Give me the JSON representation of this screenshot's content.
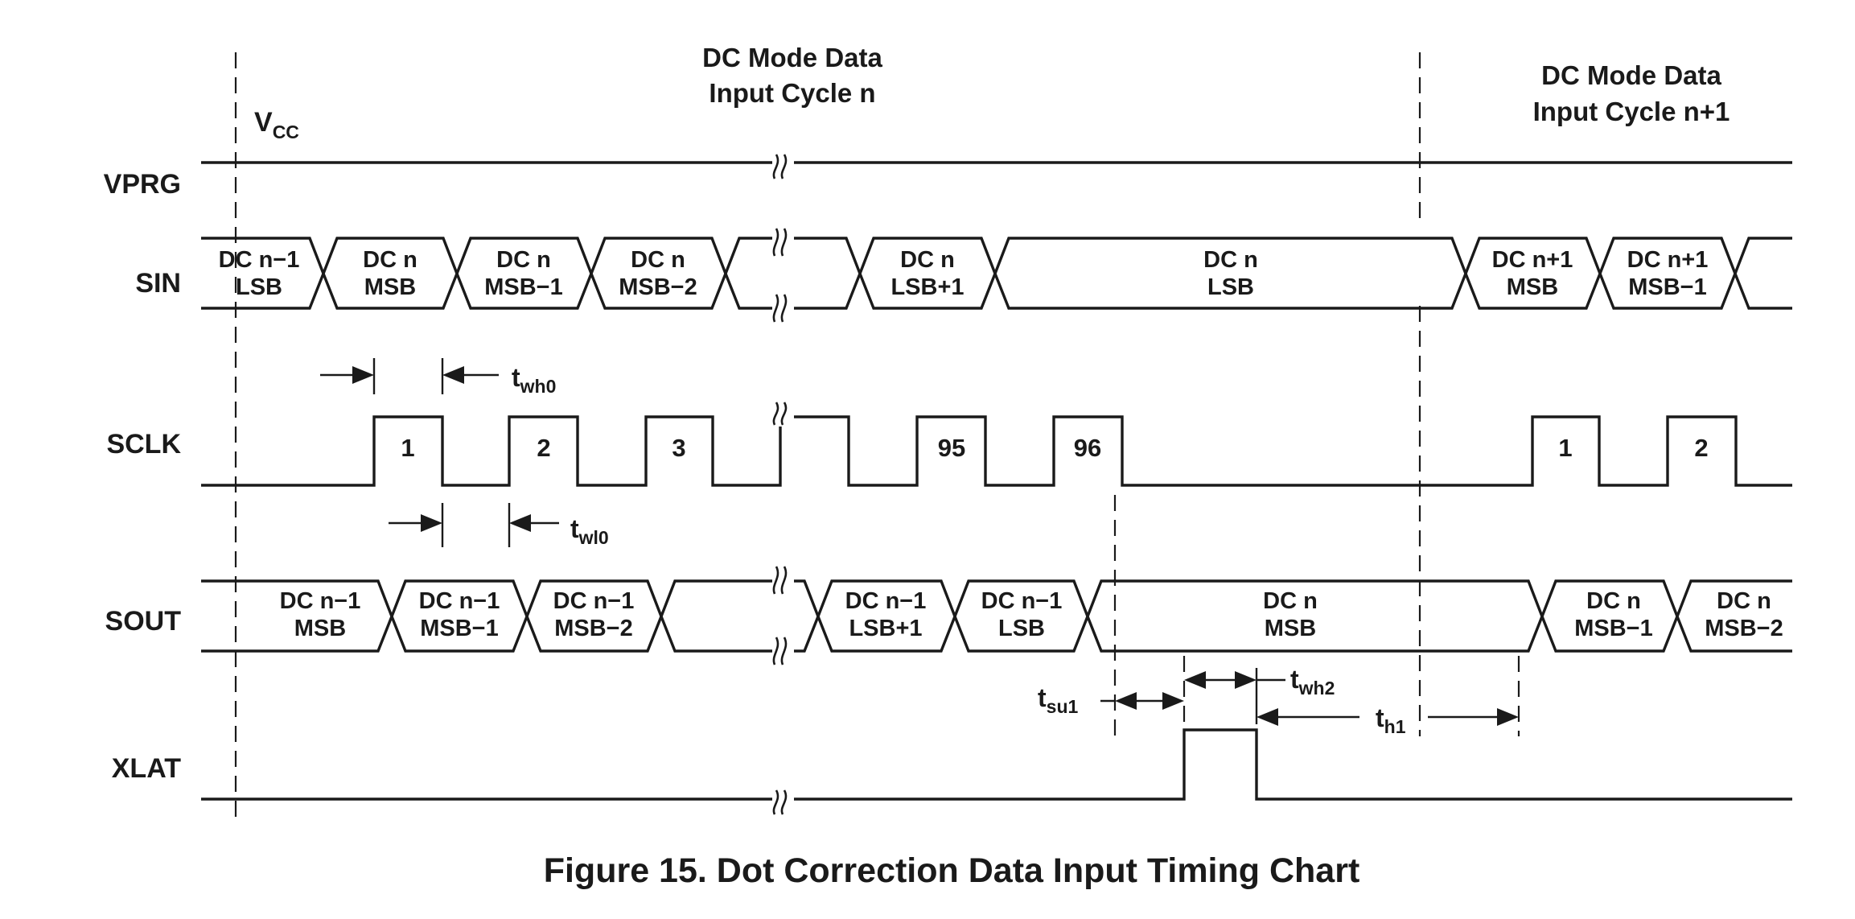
{
  "figure": {
    "caption": "Figure 15.  Dot Correction Data Input Timing Chart",
    "header_cycle_n": [
      "DC Mode Data",
      "Input Cycle n"
    ],
    "header_cycle_n1": [
      "DC Mode Data",
      "Input Cycle n+1"
    ],
    "vcc_label": {
      "main": "V",
      "sub": "CC"
    }
  },
  "signals": [
    "VPRG",
    "SIN",
    "SCLK",
    "SOUT",
    "XLAT"
  ],
  "sin_cells": [
    [
      "DC n−1",
      "LSB"
    ],
    [
      "DC n",
      "MSB"
    ],
    [
      "DC n",
      "MSB−1"
    ],
    [
      "DC n",
      "MSB−2"
    ],
    [
      "DC n",
      "LSB+1"
    ],
    [
      "DC n",
      "LSB"
    ],
    [
      "DC n+1",
      "MSB"
    ],
    [
      "DC n+1",
      "MSB−1"
    ]
  ],
  "sclk_pulses": [
    "1",
    "2",
    "3",
    "95",
    "96",
    "1",
    "2"
  ],
  "sout_cells": [
    [
      "DC n−1",
      "MSB"
    ],
    [
      "DC n−1",
      "MSB−1"
    ],
    [
      "DC n−1",
      "MSB−2"
    ],
    [
      "DC n−1",
      "LSB+1"
    ],
    [
      "DC n−1",
      "LSB"
    ],
    [
      "DC n",
      "MSB"
    ],
    [
      "DC n",
      "MSB−1"
    ],
    [
      "DC n",
      "MSB−2"
    ]
  ],
  "timing_params": [
    {
      "main": "t",
      "sub": "wh0"
    },
    {
      "main": "t",
      "sub": "wl0"
    },
    {
      "main": "t",
      "sub": "su1"
    },
    {
      "main": "t",
      "sub": "wh2"
    },
    {
      "main": "t",
      "sub": "h1"
    }
  ]
}
